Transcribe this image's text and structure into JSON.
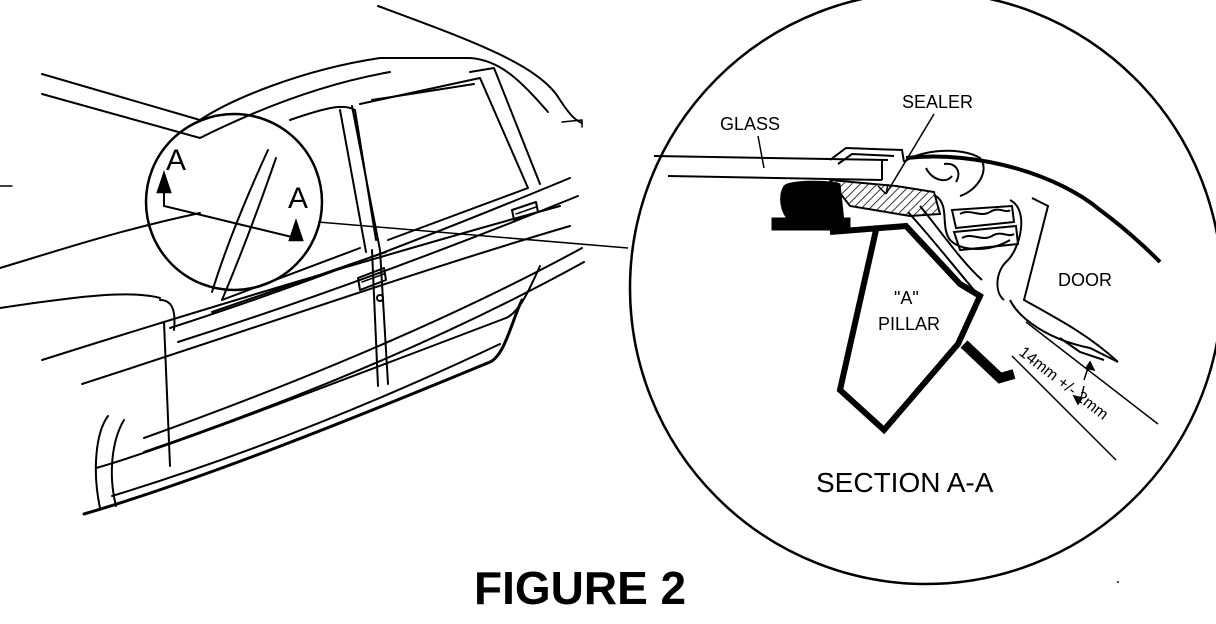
{
  "callout": {
    "marker_left": "A",
    "marker_right": "A"
  },
  "labels": {
    "glass": "GLASS",
    "sealer": "SEALER",
    "door": "DOOR",
    "a_pillar_line1": "\"A\"",
    "a_pillar_line2": "PILLAR",
    "dimension": "14mm +/- 2mm"
  },
  "section_title": "SECTION A-A",
  "caption": "FIGURE 2"
}
